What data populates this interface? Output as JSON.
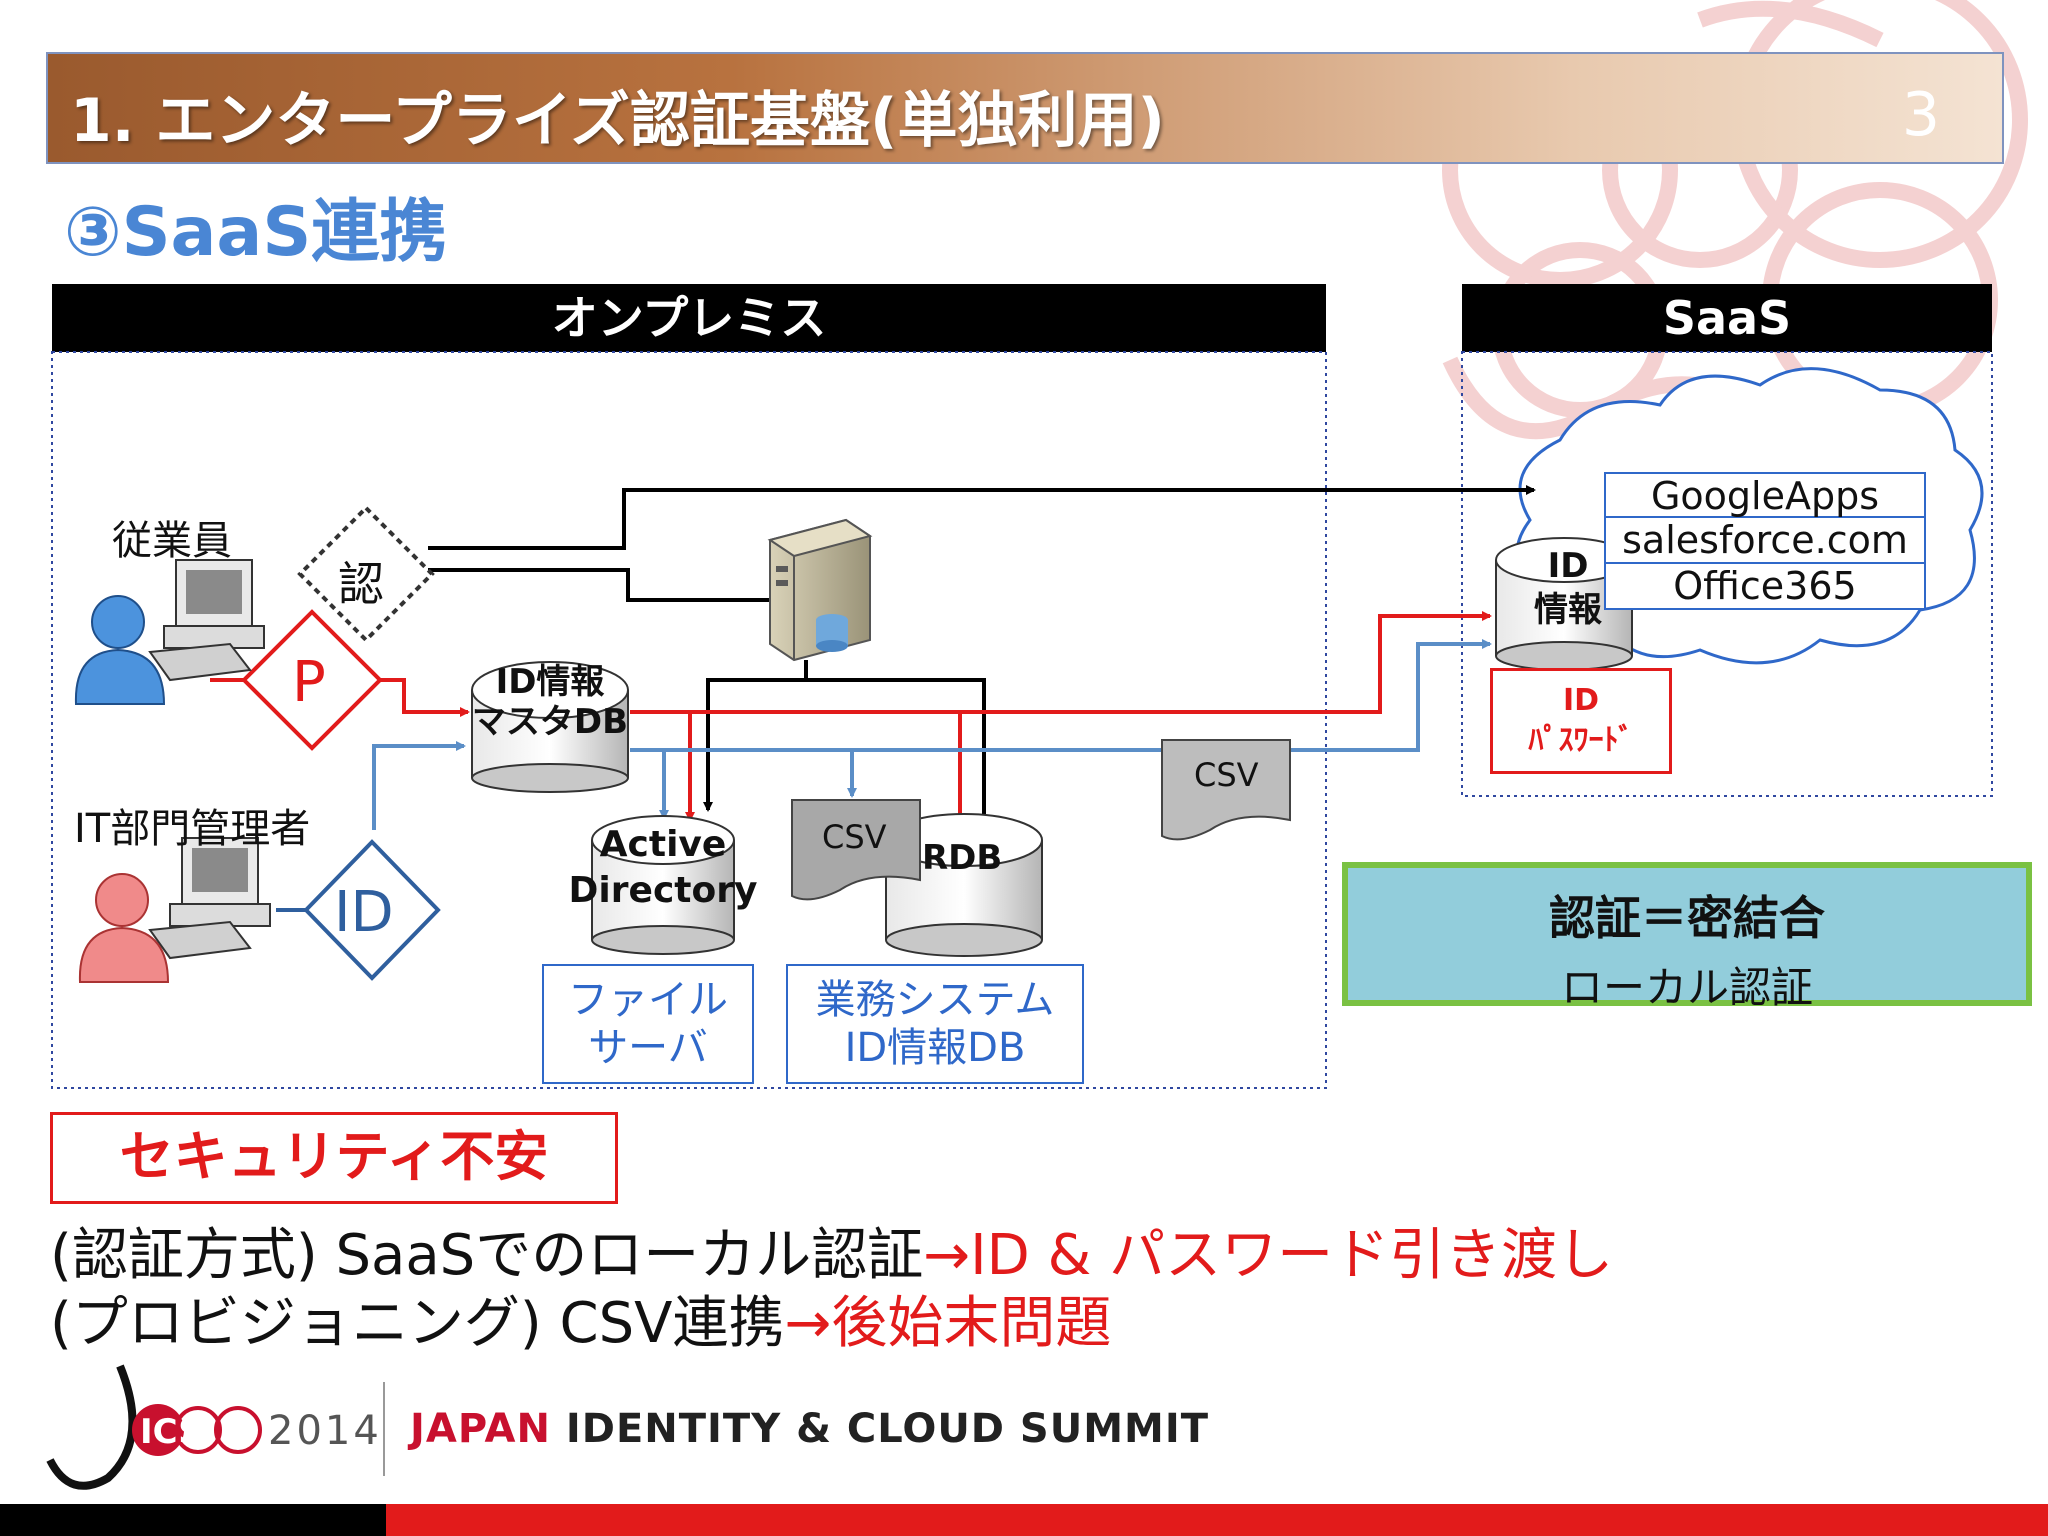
{
  "slide": {
    "title": "1. エンタープライズ認証基盤(単独利用)",
    "page_number": "3",
    "subtitle": "③SaaS連携"
  },
  "sections": {
    "onpremise": "オンプレミス",
    "saas": "SaaS"
  },
  "actors": {
    "employee": "従業員",
    "it_admin": "IT部門管理者"
  },
  "symbols": {
    "auth": "認",
    "password": "P",
    "id": "ID"
  },
  "nodes": {
    "id_master_db": "ID情報\nマスタDB",
    "active_directory": "Active\nDirectory",
    "rdb": "RDB",
    "csv_left": "CSV",
    "csv_right": "CSV",
    "saas_id_info": "ID\n情報",
    "id_password": "ID\nﾊﾟｽﾜｰﾄﾞ"
  },
  "labels": {
    "file_server": "ファイル\nサーバ",
    "business_system_db": "業務システム\nID情報DB"
  },
  "saas_apps": [
    "GoogleApps",
    "salesforce.com",
    "Office365"
  ],
  "auth_box": {
    "line1": "認証＝密結合",
    "line2": "ローカル認証"
  },
  "security_warning": "セキュリティ不安",
  "descriptions": [
    {
      "prefix": "(認証方式) SaaSでのローカル認証",
      "suffix": "→ID & パスワード引き渡し"
    },
    {
      "prefix": "(プロビジョニング) CSV連携",
      "suffix": "→後始末問題"
    }
  ],
  "footer": {
    "logo_text": "ICS",
    "year": "2014",
    "summit_part1": "JAPAN",
    "summit_part2": "IDENTITY & CLOUD SUMMIT"
  },
  "colors": {
    "red_flow": "#e21b1b",
    "blue_flow": "#5b8ec7",
    "black_flow": "#000000",
    "subtitle": "#4a86d4",
    "auth_box_fill": "#92cddb",
    "auth_box_border": "#7ac143"
  }
}
